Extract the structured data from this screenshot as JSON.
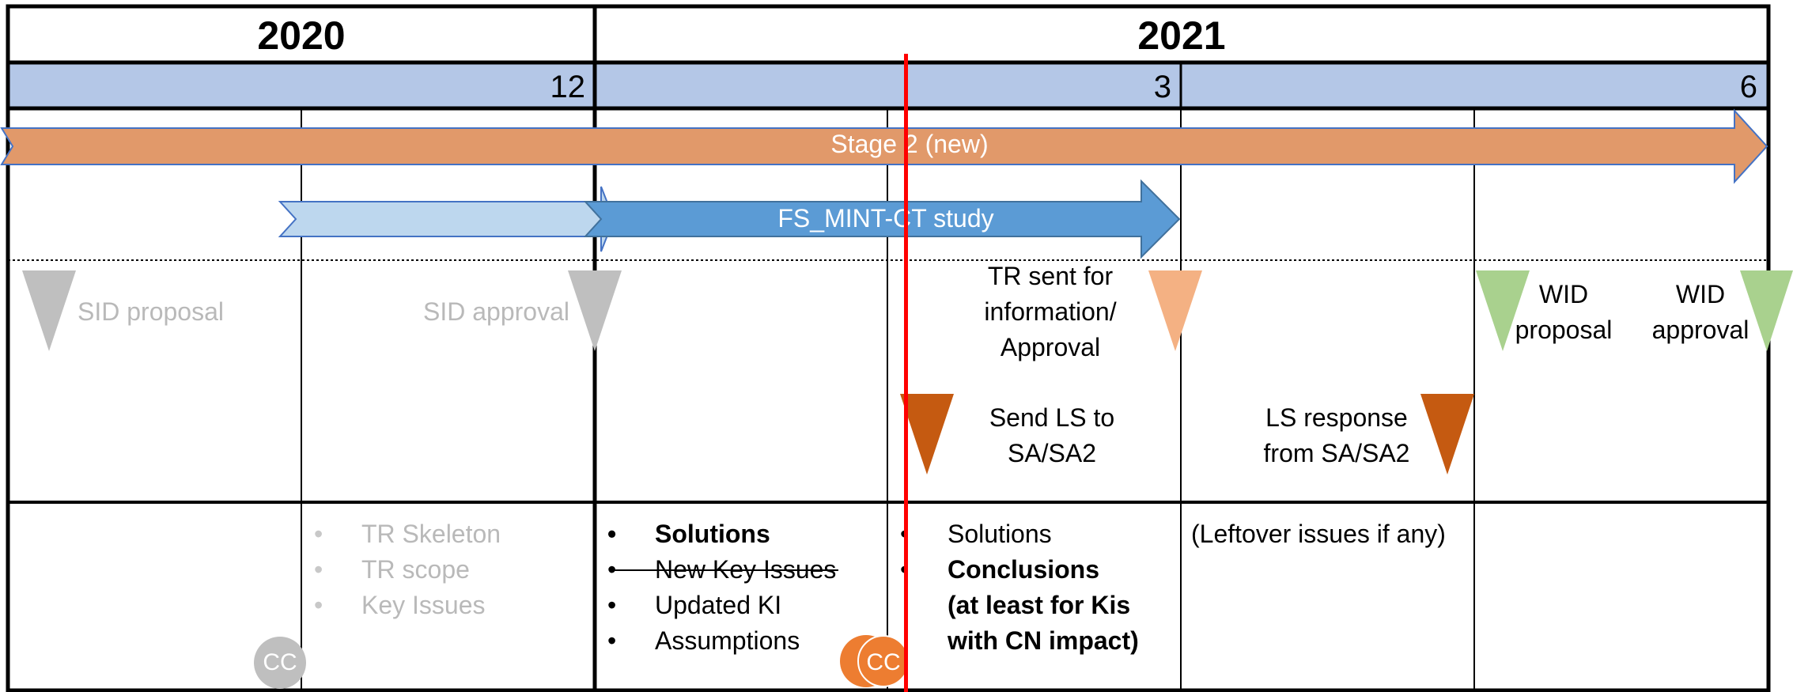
{
  "header": {
    "years": [
      "2020",
      "2021"
    ],
    "months": [
      "12",
      "3",
      "6"
    ]
  },
  "arrows": {
    "stage2": "Stage 2 (new)",
    "study": "FS_MINT-CT study"
  },
  "milestones": {
    "sid_proposal": "SID proposal",
    "sid_approval": "SID approval",
    "tr_sent": [
      "TR sent for",
      "information/",
      "Approval"
    ],
    "wid_proposal": [
      "WID",
      "proposal"
    ],
    "wid_approval": [
      "WID",
      "approval"
    ],
    "send_ls": [
      "Send LS to",
      "SA/SA2"
    ],
    "ls_response": [
      "LS response",
      "from SA/SA2"
    ]
  },
  "work": {
    "col2": [
      "TR Skeleton",
      "TR scope",
      "Key Issues"
    ],
    "col3": [
      "Solutions",
      "New Key Issues",
      "Updated KI",
      "Assumptions"
    ],
    "col4": [
      "Solutions",
      "Conclusions",
      "(at least for Kis",
      "with CN impact)"
    ],
    "col5": "(Leftover issues if any)"
  },
  "cc_labels": [
    "CC",
    "(",
    "CC"
  ],
  "colors": {
    "month_bar": "#b4c7e7",
    "stage2_arrow": "#e1996a",
    "study_arrow": "#5b9bd5",
    "study_arrow_light": "#bdd7ee",
    "sid_marker": "#bfbfbf",
    "tr_marker": "#f4b183",
    "wid_marker": "#a9d18e",
    "ls_marker": "#c55a11",
    "current_line": "#ff0000",
    "cc_gray": "#bfbfbf",
    "cc_orange": "#ed7d31"
  }
}
